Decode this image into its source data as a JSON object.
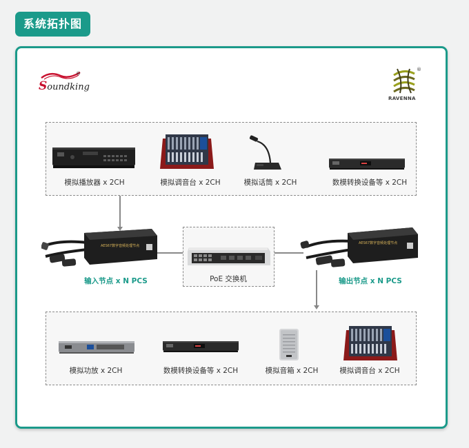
{
  "title": "系统拓扑图",
  "logos": {
    "soundking": {
      "text_big": "S",
      "text_rest": "oundking",
      "reg": "®"
    },
    "ravenna": {
      "text": "RAVENNA",
      "reg": "®"
    }
  },
  "sources": [
    {
      "label": "模拟播放器 x 2CH",
      "icon": "media-player-rack-icon"
    },
    {
      "label": "模拟调音台 x 2CH",
      "icon": "mixer-console-icon"
    },
    {
      "label": "模拟话筒 x 2CH",
      "icon": "gooseneck-microphone-icon"
    },
    {
      "label": "数模转换设备等 x 2CH",
      "icon": "converter-rack-icon"
    }
  ],
  "input_node": {
    "label": "输入节点 x N PCS",
    "device_text": "AES67数字音频处理节点"
  },
  "switch": {
    "label": "PoE 交换机"
  },
  "output_node": {
    "label": "输出节点 x N PCS",
    "device_text": "AES67数字音频处理节点"
  },
  "outputs": [
    {
      "label": "模拟功放 x 2CH",
      "icon": "amplifier-rack-icon"
    },
    {
      "label": "数模转换设备等 x 2CH",
      "icon": "converter-rack-icon"
    },
    {
      "label": "模拟音箱 x 2CH",
      "icon": "speaker-icon"
    },
    {
      "label": "模拟调音台 x 2CH",
      "icon": "mixer-console-icon"
    }
  ]
}
